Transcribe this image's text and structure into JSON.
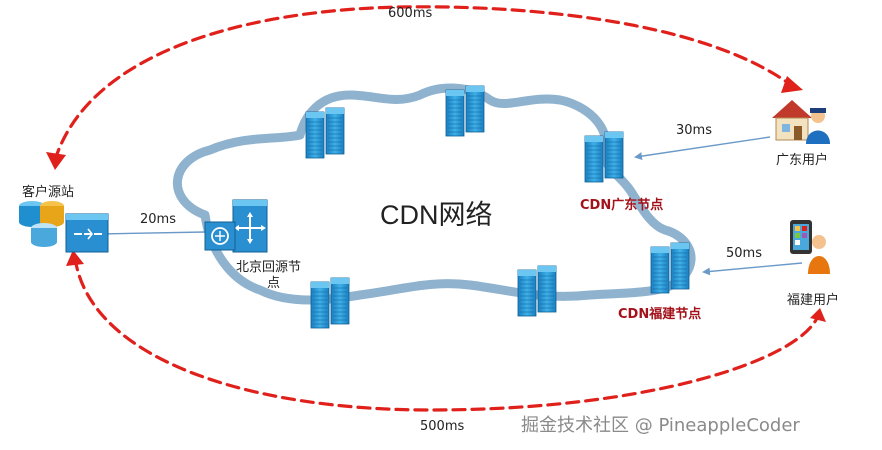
{
  "diagram": {
    "cloud_title": "CDN网络",
    "origin_label": "客户源站",
    "beijing_label_line1": "北京回源节",
    "beijing_label_line2": "点",
    "guangdong_node_label": "CDN广东节点",
    "fujian_node_label": "CDN福建节点",
    "guangdong_user_label": "广东用户",
    "fujian_user_label": "福建用户",
    "latency_top": "600ms",
    "latency_bottom": "500ms",
    "latency_beijing": "20ms",
    "latency_guangdong": "30ms",
    "latency_fujian": "50ms"
  },
  "watermark": "掘金技术社区 @ PineappleCoder",
  "colors": {
    "cloud_stroke": "#8fb3cf",
    "server_blue": "#1f8fd0",
    "arrow_red": "#e0201b",
    "arrow_blue": "#6b9ac8",
    "node_label_red": "#a3121a"
  }
}
